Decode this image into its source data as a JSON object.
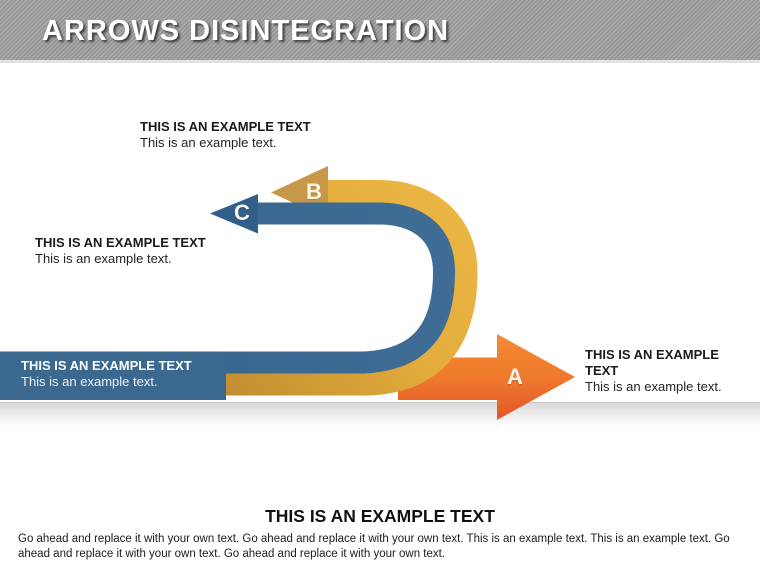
{
  "header": {
    "title": "ARROWS DISINTEGRATION"
  },
  "diagram": {
    "arrow_a": {
      "letter": "A",
      "label_title": "THIS IS AN EXAMPLE TEXT",
      "label_subtitle": "This is an example text."
    },
    "arrow_b": {
      "letter": "B",
      "label_title": "THIS IS AN EXAMPLE TEXT",
      "label_subtitle": "This is an example text."
    },
    "arrow_c": {
      "letter": "C",
      "label_title": "THIS IS AN EXAMPLE TEXT",
      "label_subtitle": "This is an example text."
    },
    "band": {
      "label_title": "THIS IS AN EXAMPLE TEXT",
      "label_subtitle": "This is an example text."
    }
  },
  "footer": {
    "heading": "THIS IS AN EXAMPLE TEXT",
    "body": "Go ahead and replace it with your own text. Go ahead and replace it with your own text. This is an example text. This is an example text. Go ahead and replace it with your own text. Go ahead and replace it with your own text."
  },
  "colors": {
    "banner_gray": "#9E9E9E",
    "orange": "#EE712C",
    "gold": "#DCA63A",
    "gold_dark": "#C7984A",
    "blue": "#3A688F",
    "blue_dark": "#30608A",
    "letter_text": "#FAF4E2",
    "ground_gray": "#D9D9D9"
  }
}
